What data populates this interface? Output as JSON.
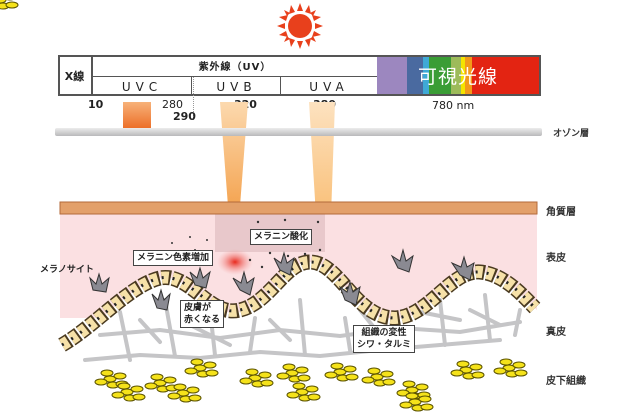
{
  "sun": {
    "icon": "sun-icon",
    "color": "#e8401c"
  },
  "spectrum": {
    "xray_label": "X線",
    "uv_label": "紫外線（UV）",
    "bands": [
      {
        "label": "UVC"
      },
      {
        "label": "UVB"
      },
      {
        "label": "UVA"
      }
    ],
    "visible_label": "可視光線",
    "visible_colors": [
      "#9c87bf",
      "#4a6aa0",
      "#3fa9d6",
      "#3a9d35",
      "#9dbb5a",
      "#f4e400",
      "#f29a1a",
      "#e32412"
    ]
  },
  "wavelengths": {
    "w10": "10",
    "w280": "280",
    "w290": "290",
    "w320": "320",
    "w380": "380",
    "w780": "780 nm"
  },
  "layers": {
    "ozone": "オゾン層",
    "stratum_corneum": "角質層",
    "epidermis": "表皮",
    "dermis": "真皮",
    "subcutaneous": "皮下組織"
  },
  "callouts": {
    "melanocyte": "メラノサイト",
    "melanin_increase": "メラニン色素増加",
    "melanin_oxidation": "メラニン酸化",
    "skin_red_1": "皮膚が",
    "skin_red_2": "赤くなる",
    "tissue_1": "組織の変性",
    "tissue_2": "シワ・タルミ"
  },
  "colors": {
    "uvc": "#ef7a2e",
    "uvb": "#f5a04a",
    "uva": "#fbc98a",
    "stratum": "#e3a06a",
    "epidermis": "#fbe0e2",
    "ozone": "#c7c7c9"
  }
}
